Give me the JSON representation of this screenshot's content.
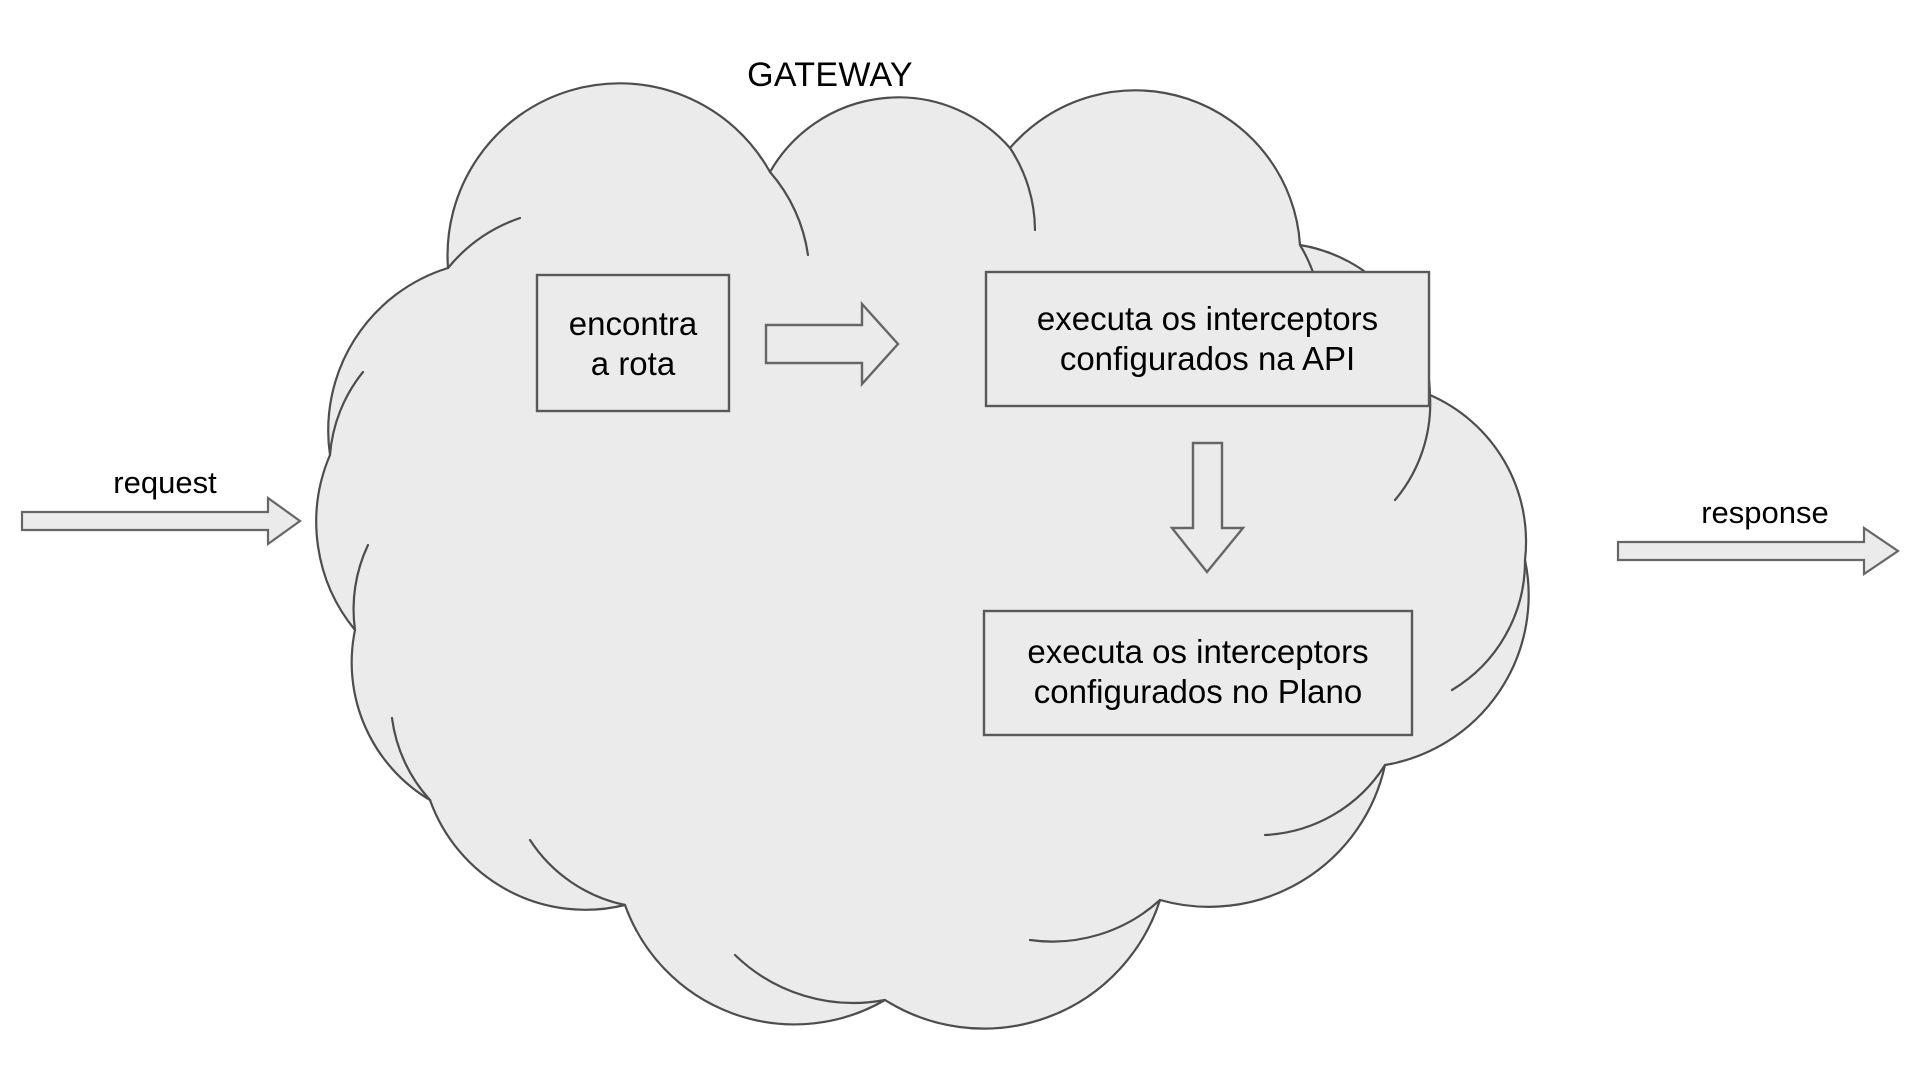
{
  "diagram": {
    "title": "GATEWAY",
    "container_shape": "cloud",
    "colors": {
      "background": "#ffffff",
      "cloud_fill": "#ebebeb",
      "cloud_stroke": "#4d4d4d",
      "box_fill": "#ebebeb",
      "box_stroke": "#595959",
      "arrow_fill": "#ebebeb",
      "arrow_stroke": "#666666",
      "text": "#000000"
    },
    "boxes": [
      {
        "id": "find-route",
        "line1": "encontra",
        "line2": "a rota"
      },
      {
        "id": "api-interceptors",
        "line1": "executa os interceptors",
        "line2": "configurados na API"
      },
      {
        "id": "plan-interceptors",
        "line1": "executa os interceptors",
        "line2": "configurados no Plano"
      }
    ],
    "flows": [
      {
        "id": "request",
        "label": "request",
        "direction": "right"
      },
      {
        "id": "response",
        "label": "response",
        "direction": "right"
      }
    ],
    "connectors": [
      {
        "id": "route-to-api",
        "direction": "right",
        "label": ""
      },
      {
        "id": "api-to-plan",
        "direction": "down",
        "label": ""
      }
    ]
  }
}
